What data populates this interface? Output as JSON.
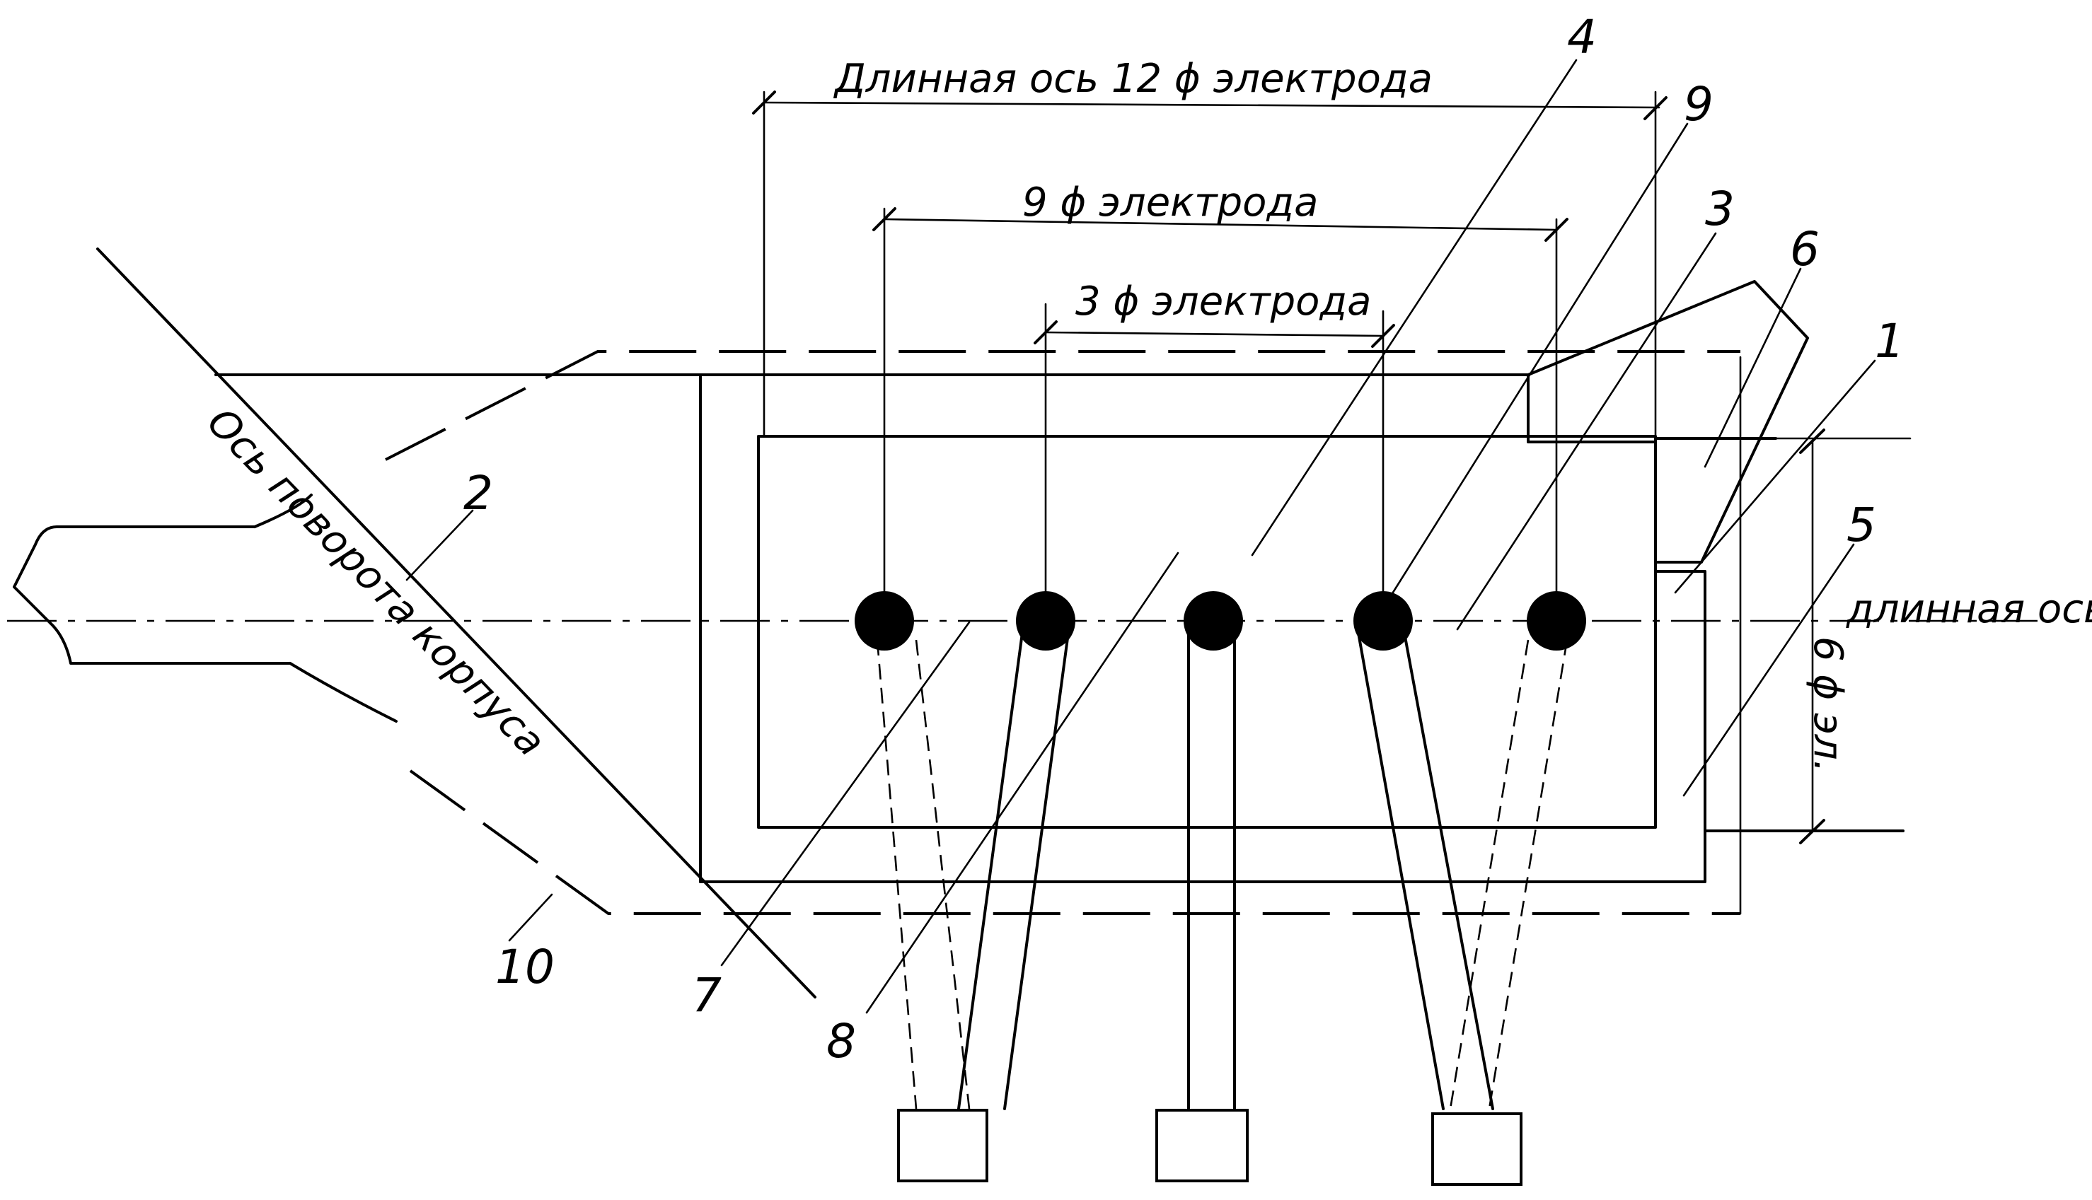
{
  "dimensions": {
    "long_axis_12": "Длинная ось  12 ϕ электрода",
    "nine_diam": "9 ϕ электрода",
    "three_diam": "3 ϕ электрода",
    "six_diam": "6 ϕ эл."
  },
  "labels": {
    "rotation_axis": "Ось поворота корпуса",
    "long_axis": "длинная ось"
  },
  "callouts": [
    "1",
    "2",
    "3",
    "4",
    "5",
    "6",
    "7",
    "8",
    "9",
    "10"
  ]
}
